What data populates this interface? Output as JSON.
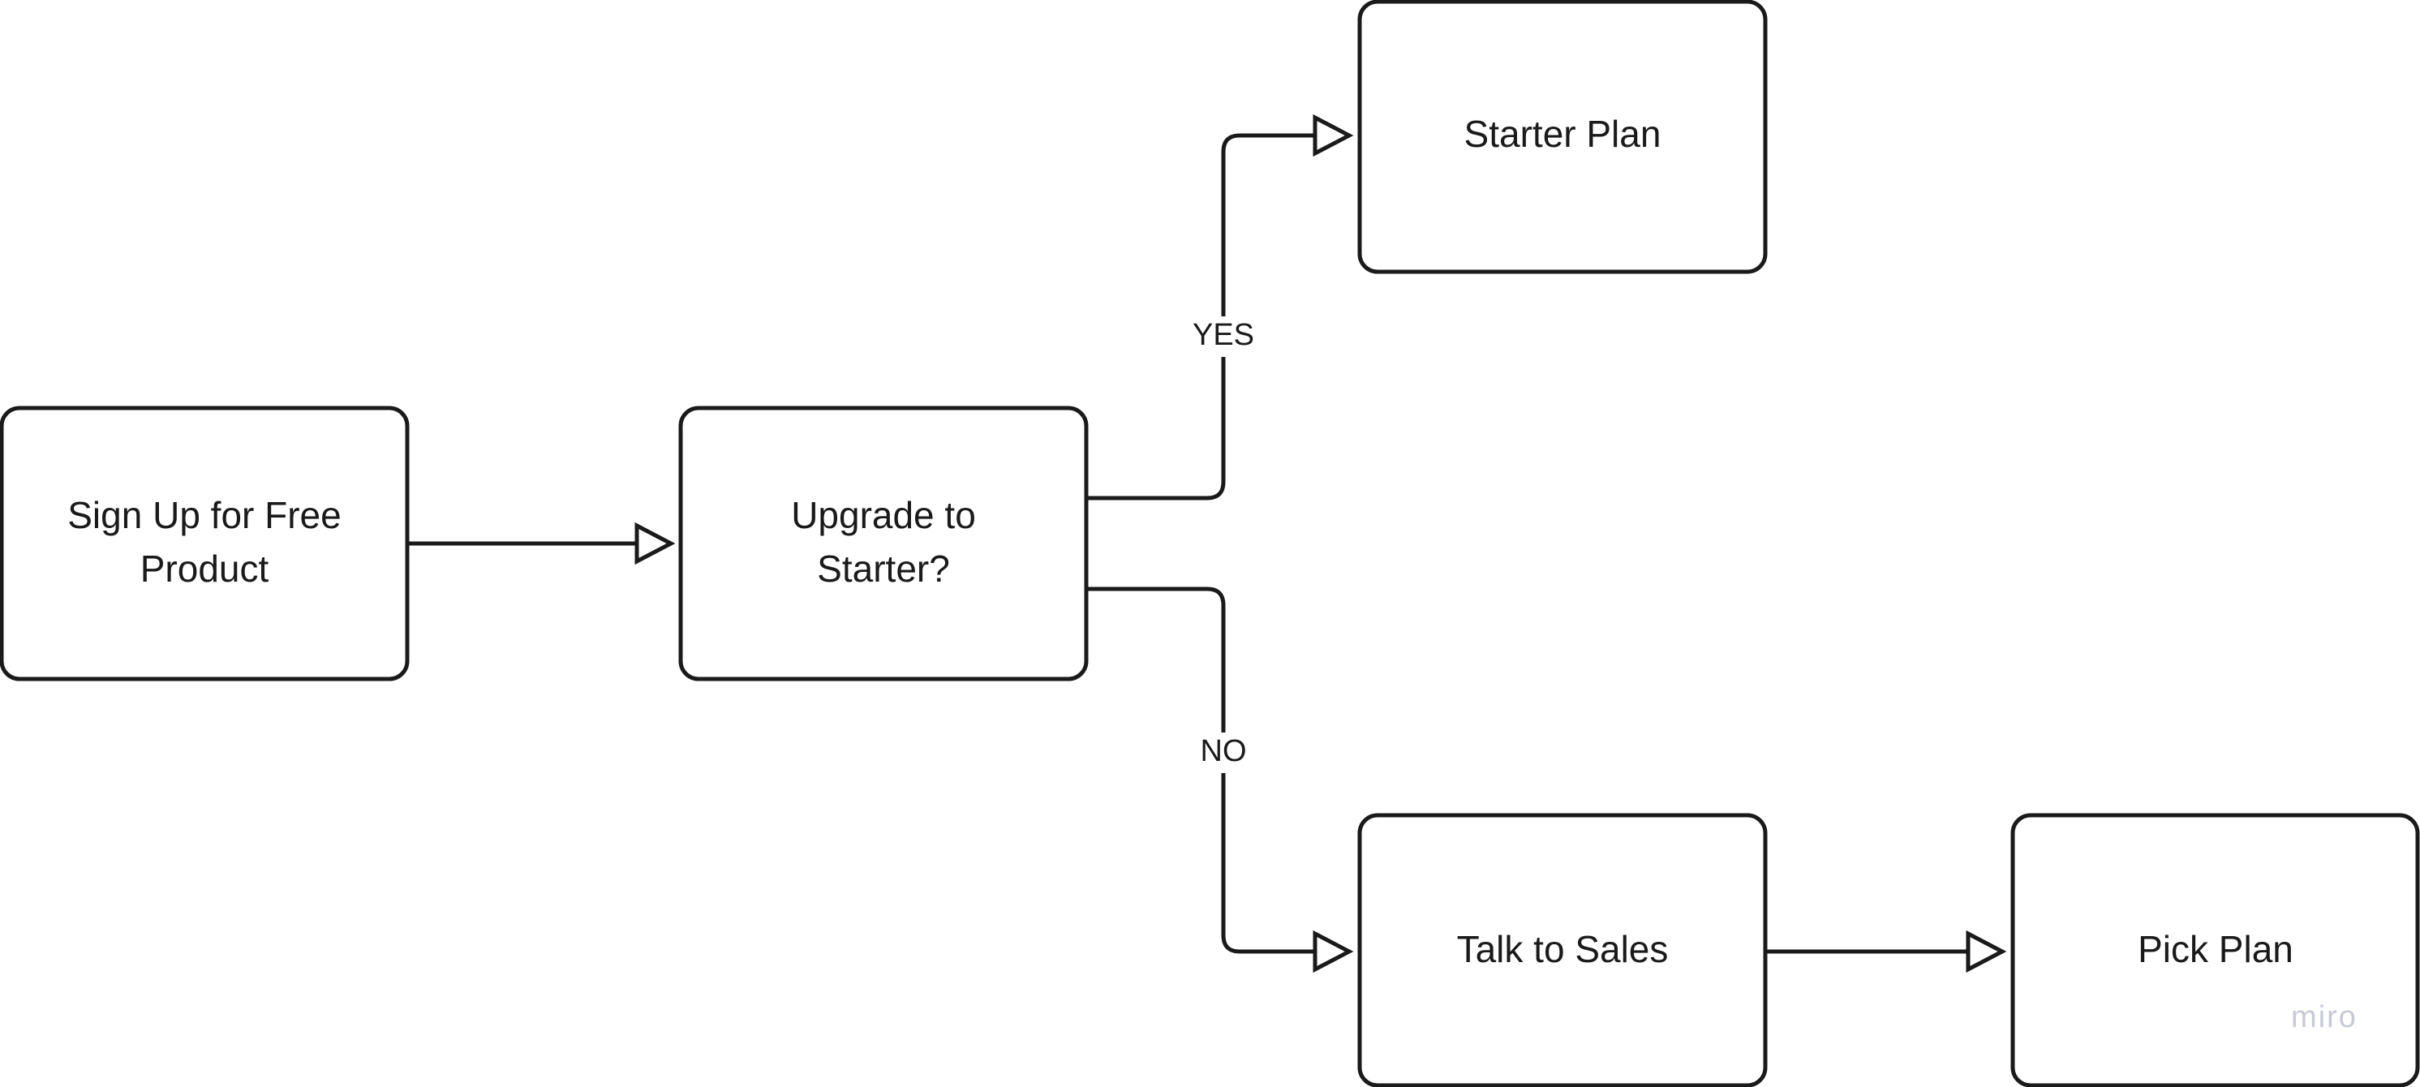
{
  "nodes": {
    "signup": {
      "lines": [
        "Sign Up for Free",
        "Product"
      ]
    },
    "upgrade": {
      "lines": [
        "Upgrade to",
        "Starter?"
      ]
    },
    "starter": {
      "lines": [
        "Starter Plan"
      ]
    },
    "sales": {
      "lines": [
        "Talk to Sales"
      ]
    },
    "pick": {
      "lines": [
        "Pick Plan"
      ]
    }
  },
  "edges": {
    "yes_label": "YES",
    "no_label": "NO"
  },
  "watermark": "miro"
}
